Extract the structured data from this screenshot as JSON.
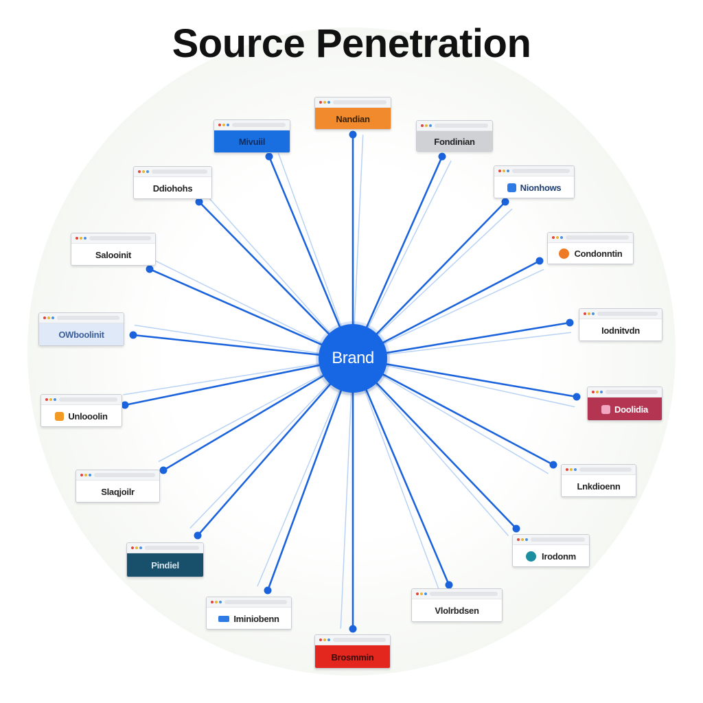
{
  "title": "Source Penetration",
  "hub": {
    "label": "Brand",
    "color": "#1766e4"
  },
  "link_color": "#1a63dc",
  "nodes": [
    {
      "id": "n-top",
      "label": "Nandian",
      "fill": "#f08a2c",
      "text_color": "#3a2206",
      "icon": "none"
    },
    {
      "id": "n-top-right-1",
      "label": "Fondinian",
      "fill": "#cfd1d5",
      "text_color": "#222222",
      "icon": "none"
    },
    {
      "id": "n-top-right-2",
      "label": "Nionhows",
      "fill": "#ffffff",
      "text_color": "#1f3f73",
      "icon": "blue-square-icon"
    },
    {
      "id": "n-right-1",
      "label": "Condonntin",
      "fill": "#ffffff",
      "text_color": "#222222",
      "icon": "orange-circle-icon"
    },
    {
      "id": "n-right-2",
      "label": "Iodnitvdn",
      "fill": "#ffffff",
      "text_color": "#222222",
      "icon": "none"
    },
    {
      "id": "n-right-3",
      "label": "Doolidia",
      "fill": "#b43552",
      "text_color": "#ffffff",
      "icon": "pink-square-icon"
    },
    {
      "id": "n-right-4",
      "label": "Lnkdioenn",
      "fill": "#ffffff",
      "text_color": "#222222",
      "icon": "none"
    },
    {
      "id": "n-bottom-right-1",
      "label": "Irodonm",
      "fill": "#ffffff",
      "text_color": "#222222",
      "icon": "teal-circle-icon"
    },
    {
      "id": "n-bottom-right-2",
      "label": "Vlolrbdsen",
      "fill": "#ffffff",
      "text_color": "#222222",
      "icon": "none"
    },
    {
      "id": "n-bottom",
      "label": "Brosmmin",
      "fill": "#e3261e",
      "text_color": "#3a0c0a",
      "icon": "none"
    },
    {
      "id": "n-bottom-left-1",
      "label": "Iminiobenn",
      "fill": "#ffffff",
      "text_color": "#222222",
      "icon": "blue-bar-icon"
    },
    {
      "id": "n-bottom-left-2",
      "label": "Pindiel",
      "fill": "#18506b",
      "text_color": "#d9e6ee",
      "icon": "none"
    },
    {
      "id": "n-left-1",
      "label": "Slaqjoilr",
      "fill": "#ffffff",
      "text_color": "#222222",
      "icon": "none"
    },
    {
      "id": "n-left-2",
      "label": "Unlooolin",
      "fill": "#ffffff",
      "text_color": "#222222",
      "icon": "orange-square-icon"
    },
    {
      "id": "n-left-3",
      "label": "OWboolinit",
      "fill": "#dfe9f8",
      "text_color": "#3c5f9a",
      "icon": "none"
    },
    {
      "id": "n-left-4",
      "label": "Salooinit",
      "fill": "#ffffff",
      "text_color": "#222222",
      "icon": "none"
    },
    {
      "id": "n-top-left-1",
      "label": "Ddiohohs",
      "fill": "#ffffff",
      "text_color": "#222222",
      "icon": "none"
    },
    {
      "id": "n-top-left-2",
      "label": "Mivuiil",
      "fill": "#1a6fe0",
      "text_color": "#0f2e66",
      "icon": "none"
    }
  ]
}
